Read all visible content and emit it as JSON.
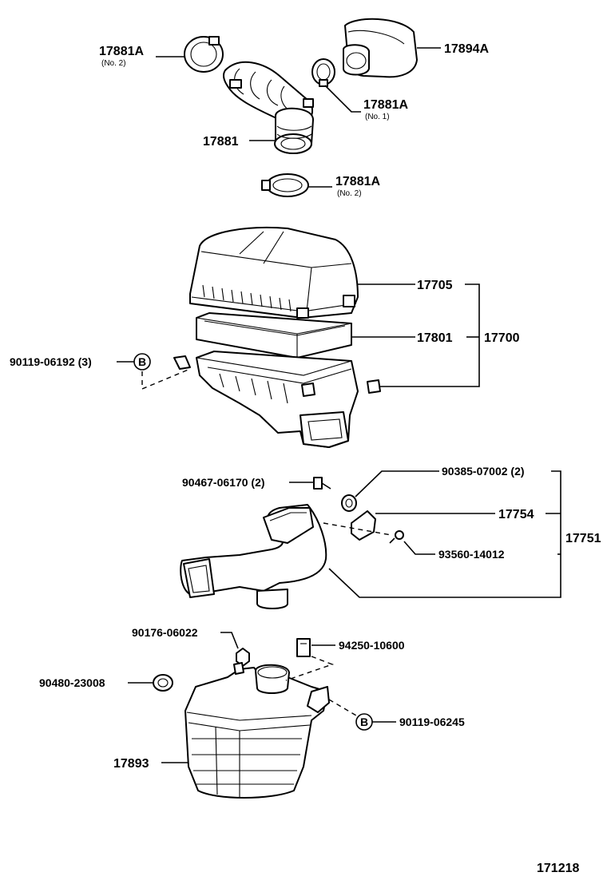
{
  "labels": {
    "l_17881A_top": "17881A",
    "l_no2_top": "(No. 2)",
    "l_17894A": "17894A",
    "l_17881A_mid": "17881A",
    "l_no1": "(No. 1)",
    "l_17881": "17881",
    "l_17881A_bot": "17881A",
    "l_no2_bot": "(No. 2)",
    "l_17705": "17705",
    "l_17801": "17801",
    "l_17700": "17700",
    "l_90119_06192": "90119-06192 (3)",
    "l_B1": "B",
    "l_90467": "90467-06170 (2)",
    "l_90385": "90385-07002 (2)",
    "l_17754": "17754",
    "l_17751": "17751",
    "l_93560": "93560-14012",
    "l_90176": "90176-06022",
    "l_94250": "94250-10600",
    "l_90480": "90480-23008",
    "l_B2": "B",
    "l_90119_06245": "90119-06245",
    "l_17893": "17893",
    "l_ref": "171218"
  }
}
